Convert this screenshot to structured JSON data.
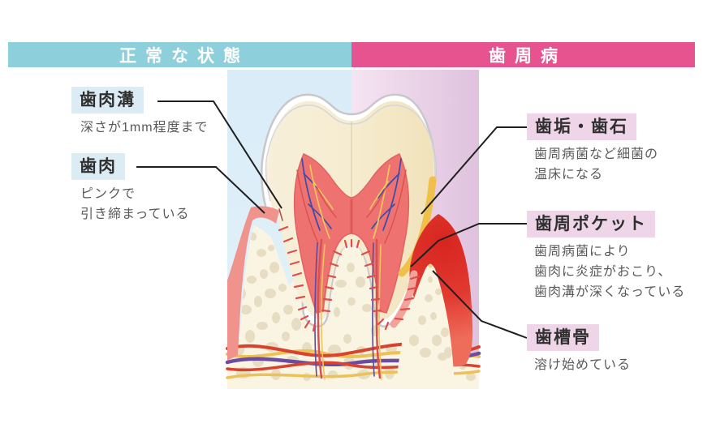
{
  "header": {
    "left": {
      "label": "正常な状態"
    },
    "right": {
      "label": "歯周病"
    }
  },
  "labels": {
    "left": [
      {
        "title": "歯肉溝",
        "desc": "深さが1mm程度まで"
      },
      {
        "title": "歯肉",
        "desc": "ピンクで\n引き締まっている"
      }
    ],
    "right": [
      {
        "title": "歯垢・歯石",
        "desc": "歯周病菌など細菌の\n温床になる"
      },
      {
        "title": "歯周ポケット",
        "desc": "歯周病菌により\n歯肉に炎症がおこり、\n歯肉溝が深くなっている"
      },
      {
        "title": "歯槽骨",
        "desc": "溶け始めている"
      }
    ]
  },
  "illustration": {
    "parts": [
      "enamel",
      "dentin",
      "pulp",
      "nerves",
      "healthy-gum",
      "inflamed-gum",
      "gingival-sulcus",
      "periodontal-pocket",
      "plaque-tartar",
      "alveolar-bone",
      "bone-notch",
      "blood-vessels"
    ]
  },
  "colors": {
    "header_left": "#8ecfdc",
    "header_right": "#e7538f",
    "panel_left": "#ddeef8",
    "panel_right": "#eed7ee",
    "label_bg_left": "#dcecf4",
    "label_bg_right": "#eed5e7",
    "title_text": "#2f2f2f",
    "desc_text": "#595959",
    "healthy_gum": "#f0938c",
    "inflamed_gum": "#e23a30",
    "plaque": "#efc14b",
    "bone": "#faf4e3",
    "pulp": "#ee7370",
    "enamel": "#ffffff",
    "nerve_blue": "#3c4cab",
    "vessel_red": "#d7432e",
    "vessel_purple": "#6a4da2",
    "vessel_yellow": "#ecc158",
    "connector": "#1f1f1f"
  }
}
